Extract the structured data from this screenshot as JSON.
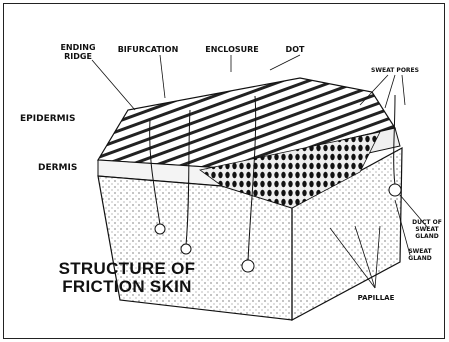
{
  "title": {
    "line1": "STRUCTURE OF",
    "line2": "FRICTION SKIN"
  },
  "labels": {
    "ending_ridge_1": "ENDING",
    "ending_ridge_2": "RIDGE",
    "bifurcation": "BIFURCATION",
    "enclosure": "ENCLOSURE",
    "dot": "DOT",
    "sweat_pores": "SWEAT PORES",
    "epidermis": "EPIDERMIS",
    "dermis": "DERMIS",
    "duct_1": "DUCT OF",
    "duct_2": "SWEAT",
    "duct_3": "GLAND",
    "sweat_gland_1": "SWEAT",
    "sweat_gland_2": "GLAND",
    "papillae": "PAPILLAE"
  },
  "colors": {
    "ink": "#111111",
    "paper": "#ffffff",
    "shade": "#555555"
  }
}
